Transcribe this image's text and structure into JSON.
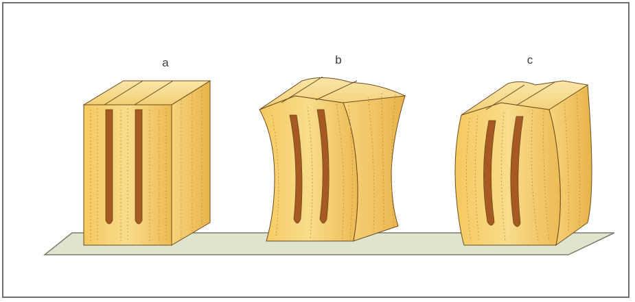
{
  "labels": {
    "a": "a",
    "b": "b",
    "c": "c"
  },
  "colors": {
    "frame": "#6e6e6e",
    "base_fill": "#dfe4cf",
    "base_stroke": "#7a7a6a",
    "wood_light": "#f6d27a",
    "wood_mid": "#eec05c",
    "wood_dark": "#d9a03a",
    "groove": "#a65a22",
    "line": "#6b4a1f"
  }
}
